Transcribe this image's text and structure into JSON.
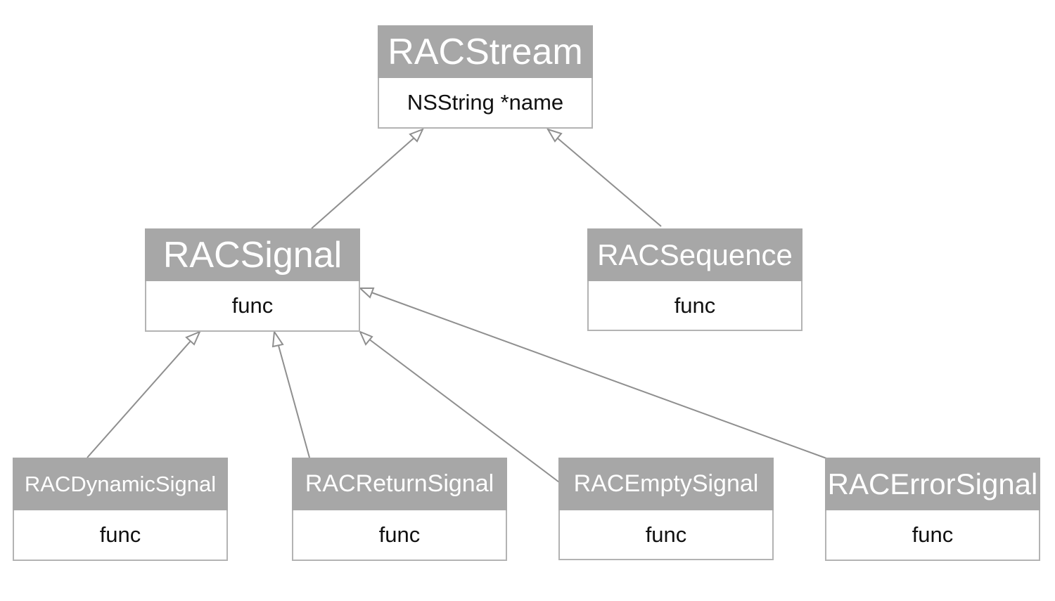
{
  "diagram": {
    "classes": [
      {
        "id": "racstream",
        "name": "RACStream",
        "member": "NSString *name"
      },
      {
        "id": "racsignal",
        "name": "RACSignal",
        "member": "func"
      },
      {
        "id": "racsequence",
        "name": "RACSequence",
        "member": "func"
      },
      {
        "id": "racdynamicsignal",
        "name": "RACDynamicSignal",
        "member": "func"
      },
      {
        "id": "racreturnsignal",
        "name": "RACReturnSignal",
        "member": "func"
      },
      {
        "id": "racemptysignal",
        "name": "RACEmptySignal",
        "member": "func"
      },
      {
        "id": "racerrorsignal",
        "name": "RACErrorSignal",
        "member": "func"
      }
    ],
    "relations": [
      {
        "from": "RACSignal",
        "to": "RACStream",
        "type": "inheritance"
      },
      {
        "from": "RACSequence",
        "to": "RACStream",
        "type": "inheritance"
      },
      {
        "from": "RACDynamicSignal",
        "to": "RACSignal",
        "type": "inheritance"
      },
      {
        "from": "RACReturnSignal",
        "to": "RACSignal",
        "type": "inheritance"
      },
      {
        "from": "RACEmptySignal",
        "to": "RACSignal",
        "type": "inheritance"
      },
      {
        "from": "RACErrorSignal",
        "to": "RACSignal",
        "type": "inheritance"
      }
    ],
    "colors": {
      "header": "#a7a7a7",
      "border": "#b3b3b3",
      "edge": "#8f8f8f",
      "header_text": "#ffffff",
      "body_text": "#111111"
    }
  }
}
